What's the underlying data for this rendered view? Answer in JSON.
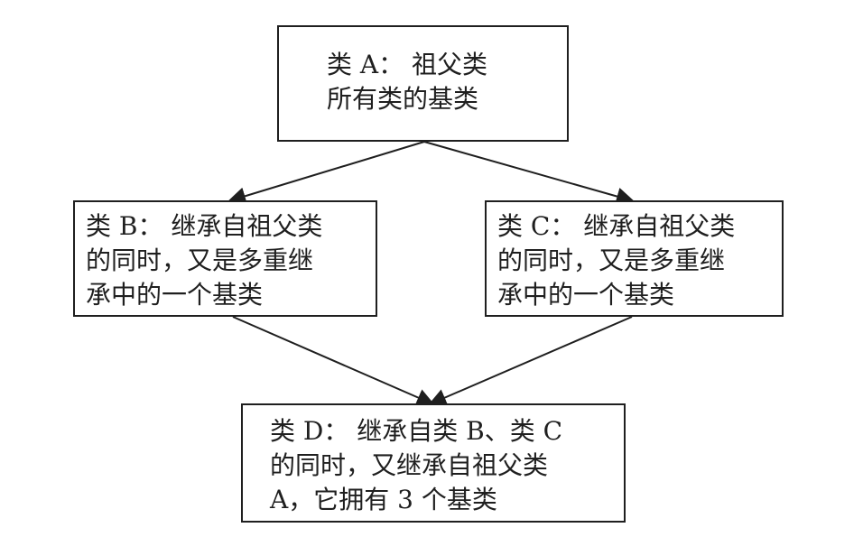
{
  "nodes": {
    "a": {
      "lines": [
        "类 A： 祖父类",
        "所有类的基类"
      ]
    },
    "b": {
      "lines": [
        "类 B： 继承自祖父类",
        "的同时，又是多重继",
        "承中的一个基类"
      ]
    },
    "c": {
      "lines": [
        "类 C： 继承自祖父类",
        "的同时，又是多重继",
        "承中的一个基类"
      ]
    },
    "d": {
      "lines": [
        "类 D： 继承自类 B、类 C",
        "的同时，又继承自祖父类",
        "A，它拥有 3 个基类"
      ]
    }
  },
  "edges": [
    {
      "from": "a",
      "to": "b"
    },
    {
      "from": "a",
      "to": "c"
    },
    {
      "from": "b",
      "to": "d"
    },
    {
      "from": "c",
      "to": "d"
    }
  ]
}
